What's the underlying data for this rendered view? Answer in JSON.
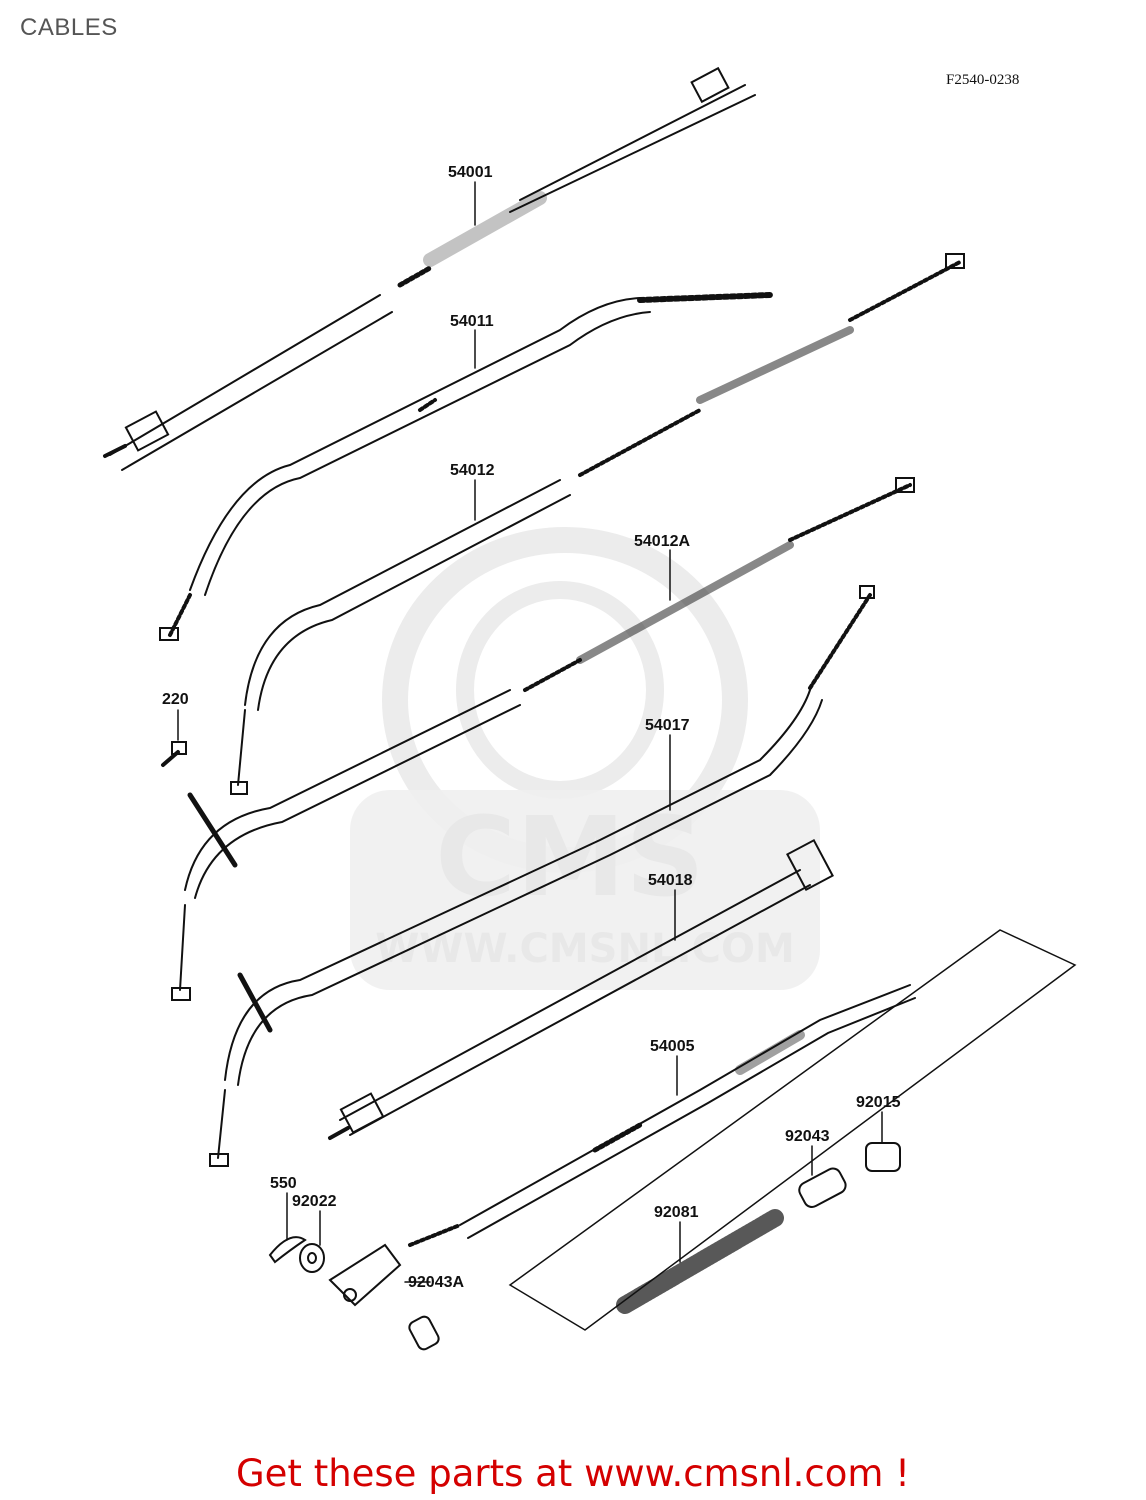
{
  "page": {
    "title": "CABLES",
    "diagram_code": "F2540-0238"
  },
  "watermark": {
    "brand": "CMS",
    "url": "WWW.CMSNL.COM"
  },
  "parts": [
    {
      "number": "54001"
    },
    {
      "number": "54011"
    },
    {
      "number": "54012"
    },
    {
      "number": "54012A"
    },
    {
      "number": "220"
    },
    {
      "number": "54017"
    },
    {
      "number": "54018"
    },
    {
      "number": "54005"
    },
    {
      "number": "92015"
    },
    {
      "number": "92043"
    },
    {
      "number": "550"
    },
    {
      "number": "92022"
    },
    {
      "number": "92081"
    },
    {
      "number": "92043A"
    }
  ],
  "footer": {
    "text": "Get these parts at www.cmsnl.com !"
  },
  "colors": {
    "footer_text": "#d40000",
    "line": "#111111",
    "watermark": "#e8e8e8"
  }
}
